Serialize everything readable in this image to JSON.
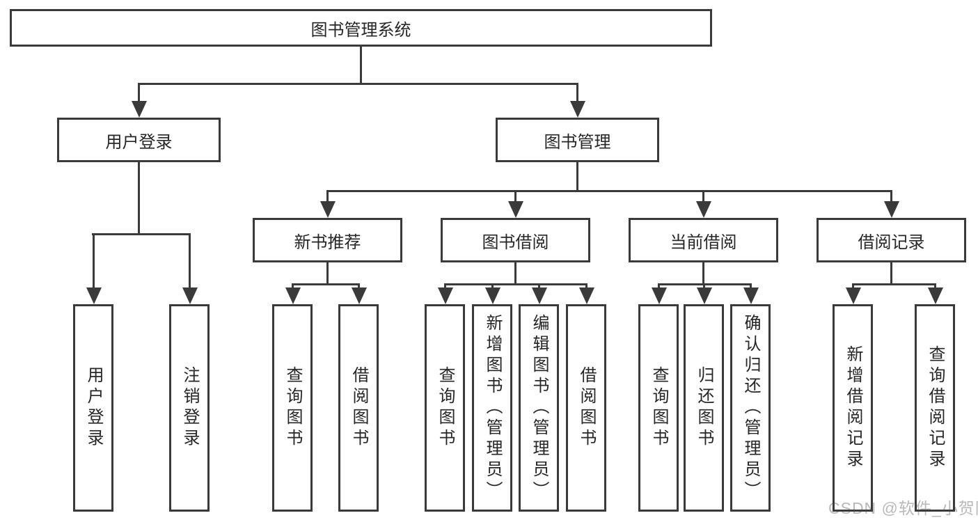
{
  "tree": {
    "root": "图书管理系统",
    "user": {
      "label": "用户登录",
      "children": [
        "用户登录",
        "注销登录"
      ]
    },
    "book": {
      "label": "图书管理"
    },
    "sections": [
      {
        "label": "新书推荐",
        "children": [
          "查询图书",
          "借阅图书"
        ]
      },
      {
        "label": "图书借阅",
        "children": [
          "查询图书",
          "新增图书（管理员）",
          "编辑图书（管理员）",
          "借阅图书"
        ]
      },
      {
        "label": "当前借阅",
        "children": [
          "查询图书",
          "归还图书",
          "确认归还（管理员）"
        ]
      },
      {
        "label": "借阅记录",
        "children": [
          "新增借阅记录",
          "查询借阅记录"
        ]
      }
    ]
  },
  "watermark": "CSDN @软件_小贺同学",
  "colors": {
    "line": "#3a3a3a",
    "text": "#262626",
    "background": "#ffffff"
  }
}
